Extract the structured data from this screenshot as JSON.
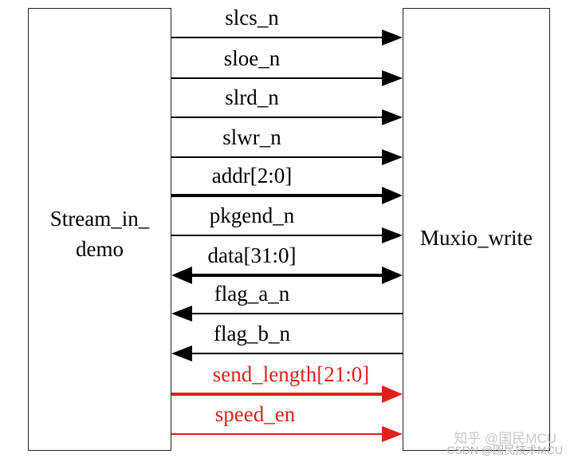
{
  "blocks": {
    "left": {
      "line1": "Stream_in_",
      "line2": "demo"
    },
    "right": {
      "label": "Muxio_write"
    }
  },
  "signals": [
    {
      "label": "slcs_n",
      "direction": "right",
      "weight": "thin",
      "color": "#000000"
    },
    {
      "label": "sloe_n",
      "direction": "right",
      "weight": "thin",
      "color": "#000000"
    },
    {
      "label": "slrd_n",
      "direction": "right",
      "weight": "thin",
      "color": "#000000"
    },
    {
      "label": "slwr_n",
      "direction": "right",
      "weight": "thin",
      "color": "#000000"
    },
    {
      "label": "addr[2:0]",
      "direction": "right",
      "weight": "bus",
      "color": "#000000"
    },
    {
      "label": "pkgend_n",
      "direction": "right",
      "weight": "thin",
      "color": "#000000"
    },
    {
      "label": "data[31:0]",
      "direction": "both",
      "weight": "bus",
      "color": "#000000"
    },
    {
      "label": "flag_a_n",
      "direction": "left",
      "weight": "thin",
      "color": "#000000"
    },
    {
      "label": "flag_b_n",
      "direction": "left",
      "weight": "thin",
      "color": "#000000"
    },
    {
      "label": "send_length[21:0]",
      "direction": "right",
      "weight": "bus",
      "color": "#e0201a"
    },
    {
      "label": "speed_en",
      "direction": "right",
      "weight": "thin",
      "color": "#e0201a"
    }
  ],
  "watermarks": {
    "top": "知乎 @国民MCU",
    "bottom": "CSDN @国民技术MCU"
  }
}
